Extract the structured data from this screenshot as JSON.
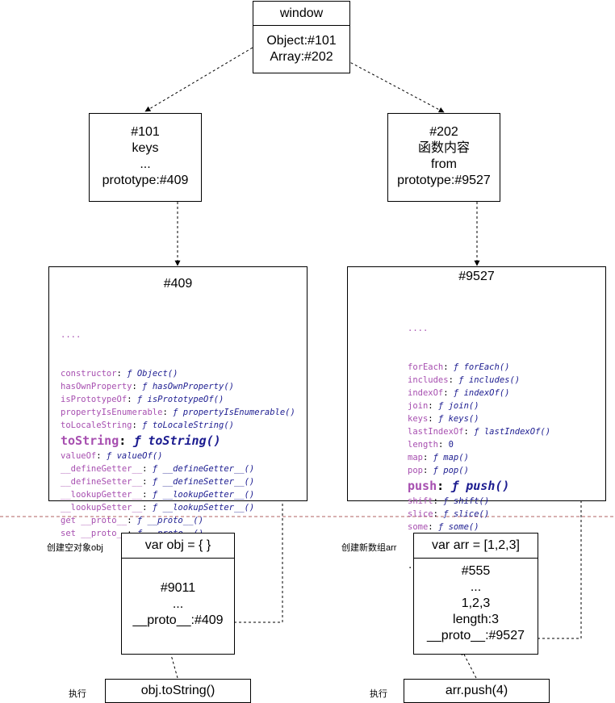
{
  "window_box": {
    "title": "window",
    "lines": [
      "Object:#101",
      "Array:#202"
    ]
  },
  "obj101": {
    "lines": [
      "#101",
      "keys",
      "...",
      "prototype:#409"
    ]
  },
  "obj202": {
    "lines": [
      "#202",
      "函数内容",
      "from",
      "prototype:#9527"
    ]
  },
  "proto409": {
    "title": "#409",
    "dots": "....",
    "entries": [
      {
        "key": "constructor",
        "val": "Object()"
      },
      {
        "key": "hasOwnProperty",
        "val": "hasOwnProperty()"
      },
      {
        "key": "isPrototypeOf",
        "val": "isPrototypeOf()"
      },
      {
        "key": "propertyIsEnumerable",
        "val": "propertyIsEnumerable()"
      },
      {
        "key": "toLocaleString",
        "val": "toLocaleString()"
      },
      {
        "key": "toString",
        "val": "toString()",
        "highlight": true
      },
      {
        "key": "valueOf",
        "val": "valueOf()"
      },
      {
        "key": "__defineGetter__",
        "val": "__defineGetter__()"
      },
      {
        "key": "__defineSetter__",
        "val": "__defineSetter__()"
      },
      {
        "key": "__lookupGetter__",
        "val": "__lookupGetter__()"
      },
      {
        "key": "__lookupSetter__",
        "val": "__lookupSetter__()"
      },
      {
        "key": "get __proto__",
        "val": "__proto__()"
      },
      {
        "key": "set __proto__",
        "val": "__proto__()"
      }
    ]
  },
  "proto9527": {
    "title": "#9527",
    "dots_top": "....",
    "dots_bottom": "....",
    "entries": [
      {
        "key": "forEach",
        "val": "forEach()"
      },
      {
        "key": "includes",
        "val": "includes()"
      },
      {
        "key": "indexOf",
        "val": "indexOf()"
      },
      {
        "key": "join",
        "val": "join()"
      },
      {
        "key": "keys",
        "val": "keys()"
      },
      {
        "key": "lastIndexOf",
        "val": "lastIndexOf()"
      },
      {
        "key": "length",
        "val": "0",
        "plain": true
      },
      {
        "key": "map",
        "val": "map()"
      },
      {
        "key": "pop",
        "val": "pop()"
      },
      {
        "key": "push",
        "val": "push()",
        "highlight": true
      },
      {
        "key": "shift",
        "val": "shift()"
      },
      {
        "key": "slice",
        "val": "slice()"
      },
      {
        "key": "some",
        "val": "some()"
      }
    ]
  },
  "func_symbol": "ƒ",
  "obj_instance": {
    "header": "var obj = { }",
    "lines": [
      "#9011",
      "...",
      "__proto__:#409"
    ],
    "side_label": "创建空对象obj"
  },
  "arr_instance": {
    "header": "var arr = [1,2,3]",
    "lines": [
      "#555",
      "...",
      "1,2,3",
      "length:3",
      "__proto__:#9527"
    ],
    "side_label": "创建新数组arr"
  },
  "call_obj": {
    "text": "obj.toString()",
    "side_label": "执行"
  },
  "call_arr": {
    "text": "arr.push(4)",
    "side_label": "执行"
  },
  "colors": {
    "key": "#a74fb0",
    "func": "#1c1c90",
    "separator": "#b06060"
  }
}
